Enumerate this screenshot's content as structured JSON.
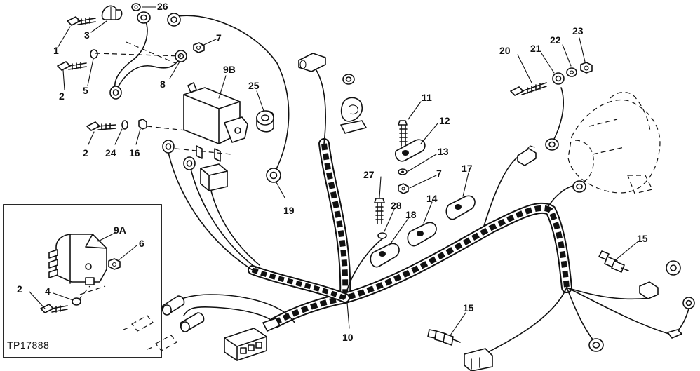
{
  "figure_id": "TP17888",
  "callouts": {
    "c1": "1",
    "c2a": "2",
    "c2b": "2",
    "c2c": "2",
    "c3": "3",
    "c4": "4",
    "c5": "5",
    "c6": "6",
    "c7a": "7",
    "c7b": "7",
    "c8": "8",
    "c9a": "9A",
    "c9b": "9B",
    "c10": "10",
    "c11": "11",
    "c12": "12",
    "c13": "13",
    "c14": "14",
    "c15a": "15",
    "c15b": "15",
    "c16": "16",
    "c17": "17",
    "c18": "18",
    "c19": "19",
    "c20": "20",
    "c21": "21",
    "c22": "22",
    "c23": "23",
    "c24": "24",
    "c25": "25",
    "c26": "26",
    "c27": "27",
    "c28": "28"
  }
}
